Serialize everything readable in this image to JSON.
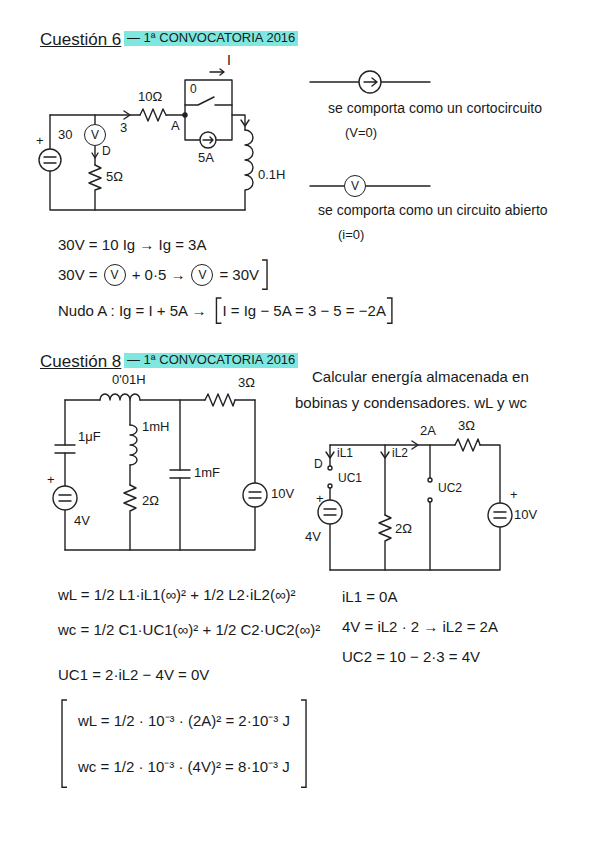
{
  "diagram": {
    "nodes": [
      {
        "text": [
          "V"
        ]
      },
      {
        "text": [
          "V"
        ]
      },
      {
        "text": [
          "V"
        ]
      },
      {
        "text": [
          "V"
        ]
      }
    ],
    "labels": [
      "Cuestión 6",
      "— 1ª CONVOCATORIA 2016",
      "I",
      "10Ω",
      "0",
      "3",
      "A",
      "+",
      "30",
      "D",
      "5A",
      "0.1H",
      "5Ω",
      "se comporta como un cortocircuito",
      "(V=0)",
      "se comporta como un circuito abierto",
      "(i=0)",
      "30V = 10 Ig → Ig = 3A",
      "30V =",
      "+ 0·5 →",
      "= 30V",
      "Nudo A : Ig = I + 5A →",
      "I = Ig − 5A = 3 − 5 = −2A",
      "Cuestión 8",
      "— 1ª CONVOCATORIA 2016",
      "Calcular energía almacenada en",
      "bobinas y condensadores. wL y wc",
      "0'01H",
      "3Ω",
      "1μF",
      "1mH",
      "1mF",
      "+",
      "4V",
      "2Ω",
      "10V",
      "2A",
      "3Ω",
      "iL1",
      "iL2",
      "D",
      "UC1",
      "UC2",
      "+",
      "4V",
      "2Ω",
      "+",
      "10V",
      "wL = 1/2 L1·iL1(∞)² + 1/2 L2·iL2(∞)²",
      "wc = 1/2 C1·UC1(∞)² + 1/2 C2·UC2(∞)²",
      "iL1 = 0A",
      "4V = iL2 · 2 → iL2 = 2A",
      "UC2 = 10 − 2·3 = 4V",
      "UC1 = 2·iL2 − 4V = 0V",
      "wL = 1/2 · 10⁻³ · (2A)² = 2·10⁻³ J",
      "wc = 1/2 · 10⁻³ · (4V)² = 8·10⁻³ J"
    ]
  }
}
